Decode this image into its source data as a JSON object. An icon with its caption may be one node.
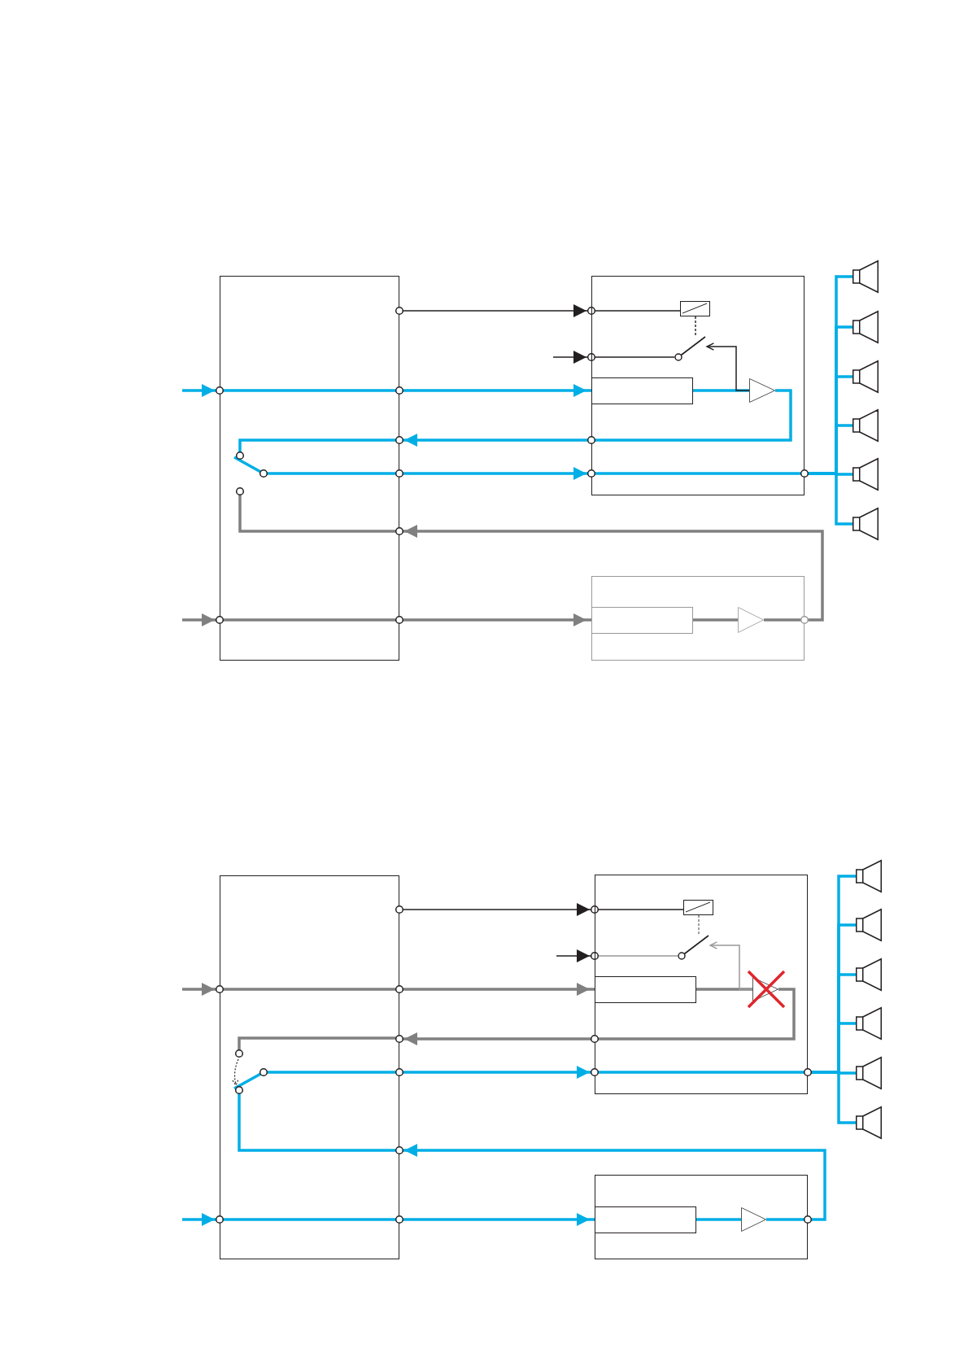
{
  "diagram": {
    "nodes": [
      {
        "text": [],
        "shape": "box"
      },
      {
        "text": [],
        "shape": "box"
      },
      {
        "text": [],
        "shape": "box",
        "in": 1
      },
      {
        "text": [],
        "shape": "box",
        "in": 1
      },
      {
        "text": [],
        "shape": "triangle",
        "in": 1
      },
      {
        "text": [],
        "shape": "box"
      },
      {
        "text": [],
        "shape": "box",
        "in": 5
      },
      {
        "text": [],
        "shape": "triangle",
        "in": 5
      },
      {
        "text": [],
        "shape": "speaker"
      },
      {
        "text": [],
        "shape": "speaker"
      },
      {
        "text": [],
        "shape": "speaker"
      },
      {
        "text": [],
        "shape": "speaker"
      },
      {
        "text": [],
        "shape": "speaker"
      },
      {
        "text": [],
        "shape": "speaker"
      },
      {
        "text": [],
        "shape": "box"
      },
      {
        "text": [],
        "shape": "box"
      },
      {
        "text": [],
        "shape": "box",
        "in": 15
      },
      {
        "text": [],
        "shape": "box",
        "in": 15
      },
      {
        "text": [],
        "shape": "triangle",
        "in": 15
      },
      {
        "text": [],
        "shape": "box"
      },
      {
        "text": [],
        "shape": "box",
        "in": 19
      },
      {
        "text": [],
        "shape": "triangle",
        "in": 19
      },
      {
        "text": [],
        "shape": "speaker"
      },
      {
        "text": [],
        "shape": "speaker"
      },
      {
        "text": [],
        "shape": "speaker"
      },
      {
        "text": [],
        "shape": "speaker"
      },
      {
        "text": [],
        "shape": "speaker"
      },
      {
        "text": [],
        "shape": "speaker"
      },
      {
        "text": [],
        "shape": "switch",
        "in": 1
      },
      {
        "text": [],
        "shape": "switch",
        "in": 15
      }
    ],
    "edges": [
      {
        "from": 0,
        "to": 1,
        "arrow": "to",
        "color": "#231f20"
      },
      {
        "from": 1,
        "to": 2,
        "arrow": "other",
        "color": "#231f20"
      },
      {
        "from": null,
        "to": 1,
        "arrow": "to",
        "color": "#231f20"
      },
      {
        "from": null,
        "to": 0,
        "arrow": "to"
      },
      {
        "from": 0,
        "to": 3,
        "arrow": "to"
      },
      {
        "from": 3,
        "to": 4,
        "arrow": "none"
      },
      {
        "from": 4,
        "to": 0,
        "arrow": "to"
      },
      {
        "from": 0,
        "to": 1,
        "arrow": "to"
      },
      {
        "from": 1,
        "to": 8,
        "arrow": "none"
      },
      {
        "from": 1,
        "to": 9,
        "arrow": "none"
      },
      {
        "from": 1,
        "to": 10,
        "arrow": "none"
      },
      {
        "from": 1,
        "to": 11,
        "arrow": "none"
      },
      {
        "from": 1,
        "to": 12,
        "arrow": "none"
      },
      {
        "from": 1,
        "to": 13,
        "arrow": "none"
      },
      {
        "from": null,
        "to": 0,
        "arrow": "to",
        "color": "#808080"
      },
      {
        "from": 0,
        "to": 6,
        "arrow": "to",
        "color": "#808080"
      },
      {
        "from": 6,
        "to": 7,
        "arrow": "none",
        "color": "#808080"
      },
      {
        "from": 7,
        "to": 0,
        "arrow": "to",
        "color": "#808080"
      },
      {
        "from": 14,
        "to": 15,
        "arrow": "to",
        "color": "#231f20"
      },
      {
        "from": 15,
        "to": 16,
        "arrow": "other",
        "color": "#231f20"
      },
      {
        "from": null,
        "to": 15,
        "arrow": "to",
        "color": "#231f20"
      },
      {
        "from": null,
        "to": 14,
        "arrow": "to",
        "color": "#808080"
      },
      {
        "from": 14,
        "to": 17,
        "arrow": "to",
        "color": "#808080"
      },
      {
        "from": 17,
        "to": 18,
        "arrow": "none",
        "color": "#808080"
      },
      {
        "from": 18,
        "to": 14,
        "arrow": "to",
        "color": "#808080"
      },
      {
        "from": 14,
        "to": 15,
        "arrow": "to"
      },
      {
        "from": 15,
        "to": 22,
        "arrow": "none"
      },
      {
        "from": 15,
        "to": 23,
        "arrow": "none"
      },
      {
        "from": 15,
        "to": 24,
        "arrow": "none"
      },
      {
        "from": 15,
        "to": 25,
        "arrow": "none"
      },
      {
        "from": 15,
        "to": 26,
        "arrow": "none"
      },
      {
        "from": 15,
        "to": 27,
        "arrow": "none"
      },
      {
        "from": null,
        "to": 14,
        "arrow": "to"
      },
      {
        "from": 14,
        "to": 20,
        "arrow": "to"
      },
      {
        "from": 20,
        "to": 21,
        "arrow": "none"
      },
      {
        "from": 21,
        "to": 14,
        "arrow": "to"
      },
      {
        "from": 1,
        "to": 28,
        "arrow": "other",
        "color": "#231f20"
      },
      {
        "from": 2,
        "to": 28,
        "arrow": "none",
        "style": "dashed",
        "color": "#231f20"
      },
      {
        "from": 4,
        "to": 28,
        "arrow": "to",
        "color": "#231f20"
      },
      {
        "from": 15,
        "to": 29,
        "arrow": "other",
        "color": "#999999"
      },
      {
        "from": 16,
        "to": 29,
        "arrow": "none",
        "style": "dashed",
        "color": "#777777"
      },
      {
        "from": 18,
        "to": 29,
        "arrow": "to",
        "color": "#999999"
      }
    ]
  }
}
